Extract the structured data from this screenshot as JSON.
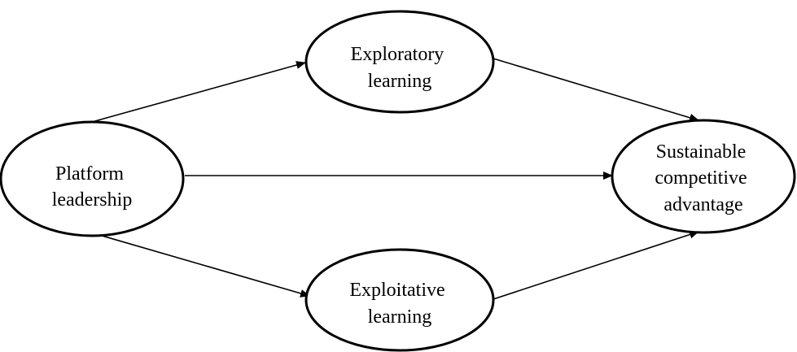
{
  "nodes": {
    "platform_leadership": {
      "lines": [
        "Platform",
        "leadership"
      ]
    },
    "exploratory_learning": {
      "lines": [
        "Exploratory",
        "learning"
      ]
    },
    "exploitative_learning": {
      "lines": [
        "Exploitative",
        "learning"
      ]
    },
    "sustainable_competitive_advantage": {
      "lines": [
        "Sustainable",
        "competitive",
        "advantage"
      ]
    }
  },
  "edges": [
    {
      "from": "platform_leadership",
      "to": "exploratory_learning"
    },
    {
      "from": "platform_leadership",
      "to": "sustainable_competitive_advantage"
    },
    {
      "from": "platform_leadership",
      "to": "exploitative_learning"
    },
    {
      "from": "exploratory_learning",
      "to": "sustainable_competitive_advantage"
    },
    {
      "from": "exploitative_learning",
      "to": "sustainable_competitive_advantage"
    }
  ],
  "colors": {
    "stroke": "#000000",
    "fill": "#ffffff",
    "text": "#000000"
  }
}
